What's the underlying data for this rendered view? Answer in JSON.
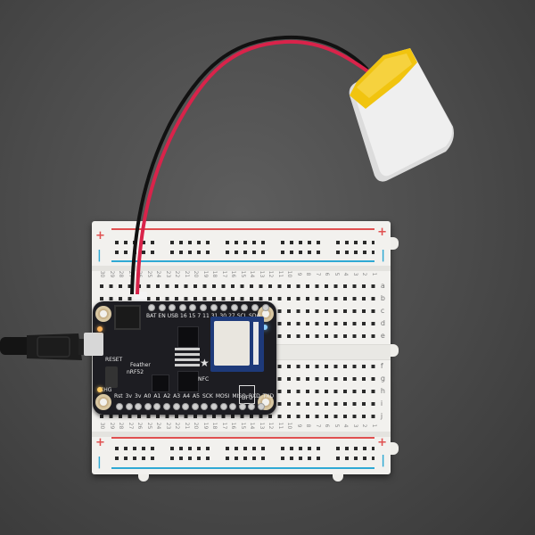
{
  "scene": {
    "description": "Adafruit Feather nRF52 board on a half-size breadboard with LiPo battery and micro USB cable",
    "background_color": "#4a4a4a"
  },
  "breadboard": {
    "rail_plus": "+",
    "rail_minus": "|",
    "column_numbers": [
      "30",
      "29",
      "28",
      "27",
      "26",
      "25",
      "24",
      "23",
      "22",
      "21",
      "20",
      "19",
      "18",
      "17",
      "16",
      "15",
      "14",
      "13",
      "12",
      "11",
      "10",
      "9",
      "8",
      "7",
      "6",
      "5",
      "4",
      "3",
      "2",
      "1"
    ],
    "row_letters_top": [
      "a",
      "b",
      "c",
      "d",
      "e"
    ],
    "row_letters_bottom": [
      "f",
      "g",
      "h",
      "i",
      "j"
    ],
    "colors": {
      "rail_red": "#e05050",
      "rail_blue": "#2fa9d4",
      "body": "#f2f1ee"
    }
  },
  "feather": {
    "top_labels": [
      "BAT",
      "EN",
      "USB",
      "16",
      "15",
      "7",
      "11",
      "31",
      "30",
      "27",
      "SCL",
      "SDA"
    ],
    "bottom_labels": [
      "Rst",
      "3v",
      "3v",
      "A0",
      "A1",
      "A2",
      "A3",
      "A4",
      "A5",
      "SCK",
      "MOSI",
      "MISO",
      "RXD",
      "TXD",
      "DFU"
    ],
    "silk_reset": "RESET",
    "silk_name": "Feather",
    "silk_model": "nRF52",
    "silk_nfc": "NFC",
    "silk_chg": "CHG",
    "dfu_label": "DFU"
  },
  "battery": {
    "type": "LiPo pouch",
    "wire_red": "#d9234a",
    "wire_black": "#111111"
  },
  "usb_cable": {
    "type": "micro USB",
    "color": "#161616"
  }
}
